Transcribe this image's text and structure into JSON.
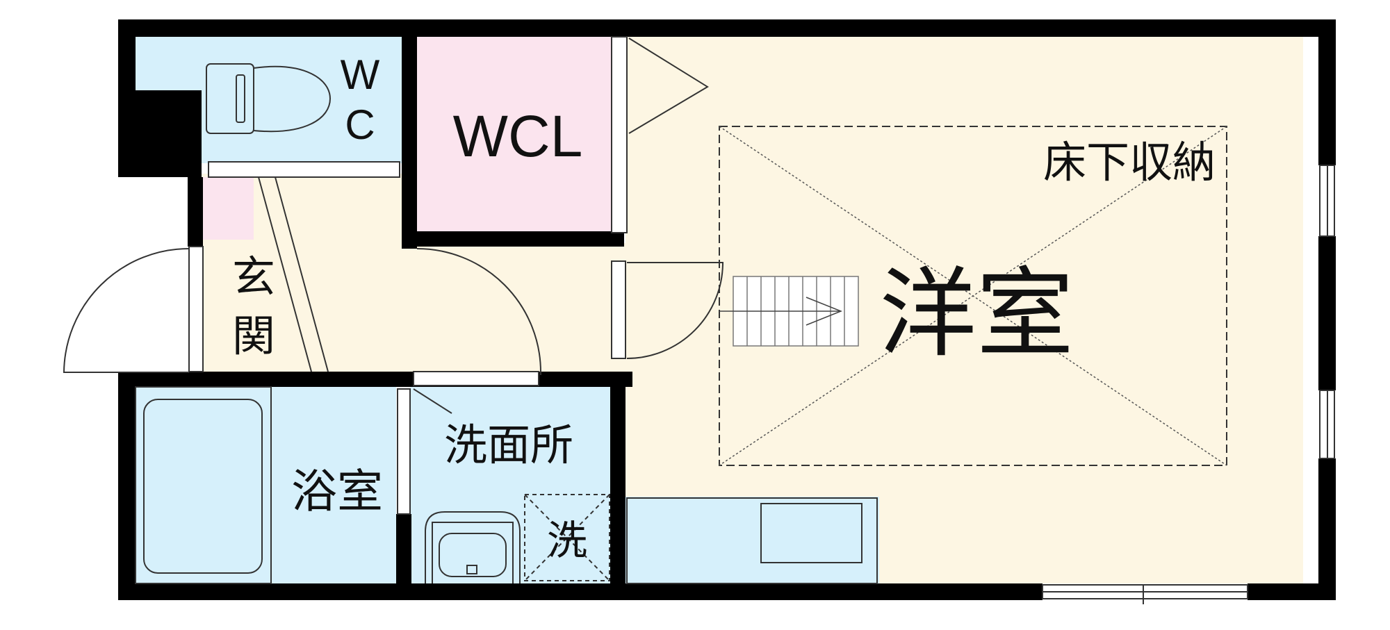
{
  "rooms": {
    "wc": {
      "label_line1": "W",
      "label_line2": "C"
    },
    "wcl": {
      "label": "WCL"
    },
    "genkan": {
      "label_line1": "玄",
      "label_line2": "関"
    },
    "western_room": {
      "label": "洋室"
    },
    "underfloor_storage": {
      "label": "床下収納"
    },
    "bathroom": {
      "label": "浴室"
    },
    "washroom": {
      "label": "洗面所"
    },
    "washer_space": {
      "label": "洗"
    }
  },
  "colors": {
    "wall": "#000000",
    "wet_area": "#d6f0fb",
    "closet": "#fbe4ee",
    "floor": "#fdf6e3",
    "line": "#333333"
  }
}
